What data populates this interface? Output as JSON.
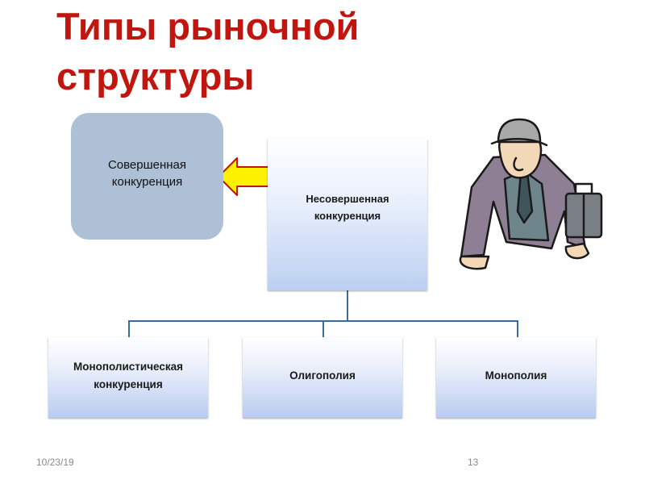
{
  "title": {
    "line1": "Типы рыночной",
    "line2": "структуры"
  },
  "perfect_competition": {
    "line1": "Совершенная",
    "line2": "конкуренция"
  },
  "imperfect_competition": {
    "line1": "Несовершенная",
    "line2": "конкуренция"
  },
  "children": [
    {
      "line1": "Монополистическая",
      "line2": "конкуренция"
    },
    {
      "line1": "Олигополия",
      "line2": ""
    },
    {
      "line1": "Монополия",
      "line2": ""
    }
  ],
  "footer": {
    "date": "10/23/19",
    "page": "13"
  },
  "colors": {
    "title": "#c0160f",
    "arrow_fill": "#fff200",
    "arrow_stroke": "#c0160f",
    "connector": "#3b6aa0"
  },
  "illustration": "businessman-with-briefcase-clipart"
}
